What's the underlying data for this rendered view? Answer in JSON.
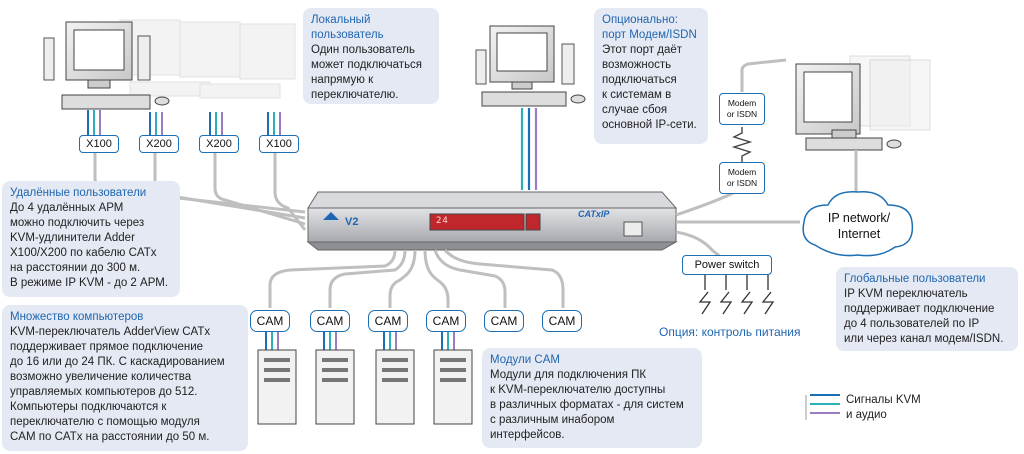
{
  "notes": {
    "local": {
      "title": "Локальный\nпользователь",
      "body": "Один пользователь\nможет подключаться\nнапрямую к\nпереключателю."
    },
    "optional": {
      "title": "Опционально:\nпорт Модем/ISDN",
      "body": "Этот порт даёт\nвозможность\nподключаться\nк системам в\nслучае сбоя\nосновной IP-сети."
    },
    "remote": {
      "title": "Удалённые пользователи",
      "body": "До 4 удалённых АРМ\nможно подключить через\nKVM-удлинители Adder\nX100/X200 по кабелю CATx\nна расстоянии до 300 м.\nВ режиме IP KVM - до 2 АРМ."
    },
    "global": {
      "title": "Глобальные пользователи",
      "body": "IP KVM переключатель\nподдерживает подключение\nдо 4 пользователей по IP\nили через канал модем/ISDN."
    },
    "many": {
      "title": "Множество компьютеров",
      "body": "KVM-переключатель AdderView CATx\nподдерживает прямое подключение\nдо 16 или до 24 ПК.  С каскадированием\nвозможно увеличение количества\nуправляемых компьютеров до 512.\nКомпьютеры подключаются к\nпереключателю с помощью модуля\nCAM по CATx на расстоянии до 50 м."
    },
    "cam": {
      "title": "Модули CAM",
      "body": "Модули для подключения ПК\nк KVM-переключателю доступны\nв различных форматах - для систем\nс различным инабором\nинтерфейсов."
    }
  },
  "extenders": [
    "X100",
    "X200",
    "X200",
    "X100"
  ],
  "modems": [
    "Modem\nor ISDN",
    "Modem\nor ISDN"
  ],
  "cams": [
    "CAM",
    "CAM",
    "CAM",
    "CAM",
    "CAM",
    "CAM"
  ],
  "power_switch": "Power switch",
  "power_option": "Опция: контроль питания",
  "cloud": "IP network/\nInternet",
  "legend": "Сигналы KVM\nи аудио",
  "switch": {
    "display": "24",
    "brand": "CATxIP",
    "logo": "V2"
  },
  "colors": {
    "blue": "#1d6fb4",
    "teal": "#2ab0b8",
    "purple": "#9a7cc0",
    "gray": "#bfbfbf",
    "note_bg": "#e4e9f3"
  }
}
